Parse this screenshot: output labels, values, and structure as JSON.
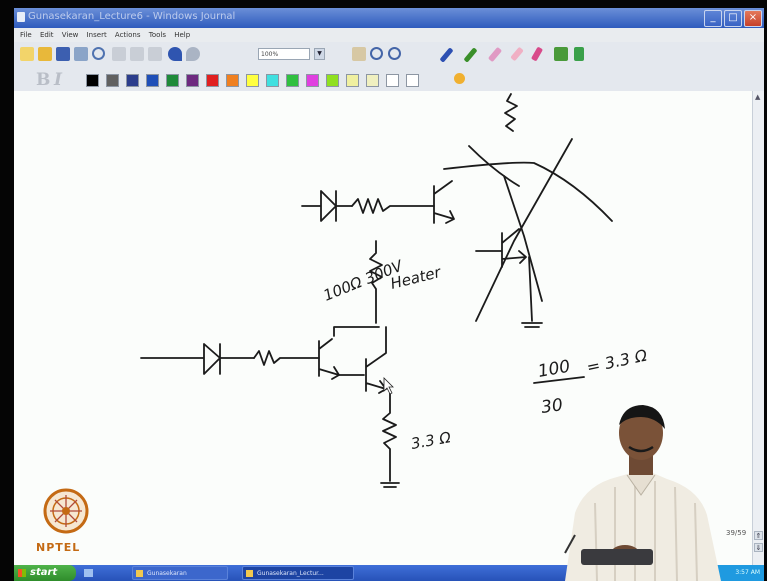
{
  "window": {
    "title": "Gunasekaran_Lecture6 - Windows Journal"
  },
  "menu": [
    "File",
    "Edit",
    "View",
    "Insert",
    "Actions",
    "Tools",
    "Help"
  ],
  "toolbar": {
    "zoom": "100%"
  },
  "format": {
    "bold": "B",
    "italic": "I"
  },
  "swatches": [
    "#000000",
    "#606060",
    "#2b3d8c",
    "#1f4fb8",
    "#1f8a3a",
    "#6e2a80",
    "#e02020",
    "#f08020",
    "#ffff40",
    "#40e0e0",
    "#30c040",
    "#e040e0",
    "#90e020",
    "#f0f0a0",
    "#f0f0c0",
    "#ffffff",
    "#ffffff"
  ],
  "handwriting": {
    "top_annotation": "100Ω 300V",
    "heater": "Heater",
    "r_emitter": "3.3 Ω",
    "numerator": "100",
    "denominator": "30",
    "result": "= 3.3 Ω"
  },
  "page_indicator": "39/59",
  "taskbar": {
    "start": "start",
    "buttons": [
      "Gunasekaran",
      "Gunasekaran_Lectur..."
    ],
    "clock": "3:57 AM"
  },
  "logo": {
    "text": "NPTEL"
  }
}
